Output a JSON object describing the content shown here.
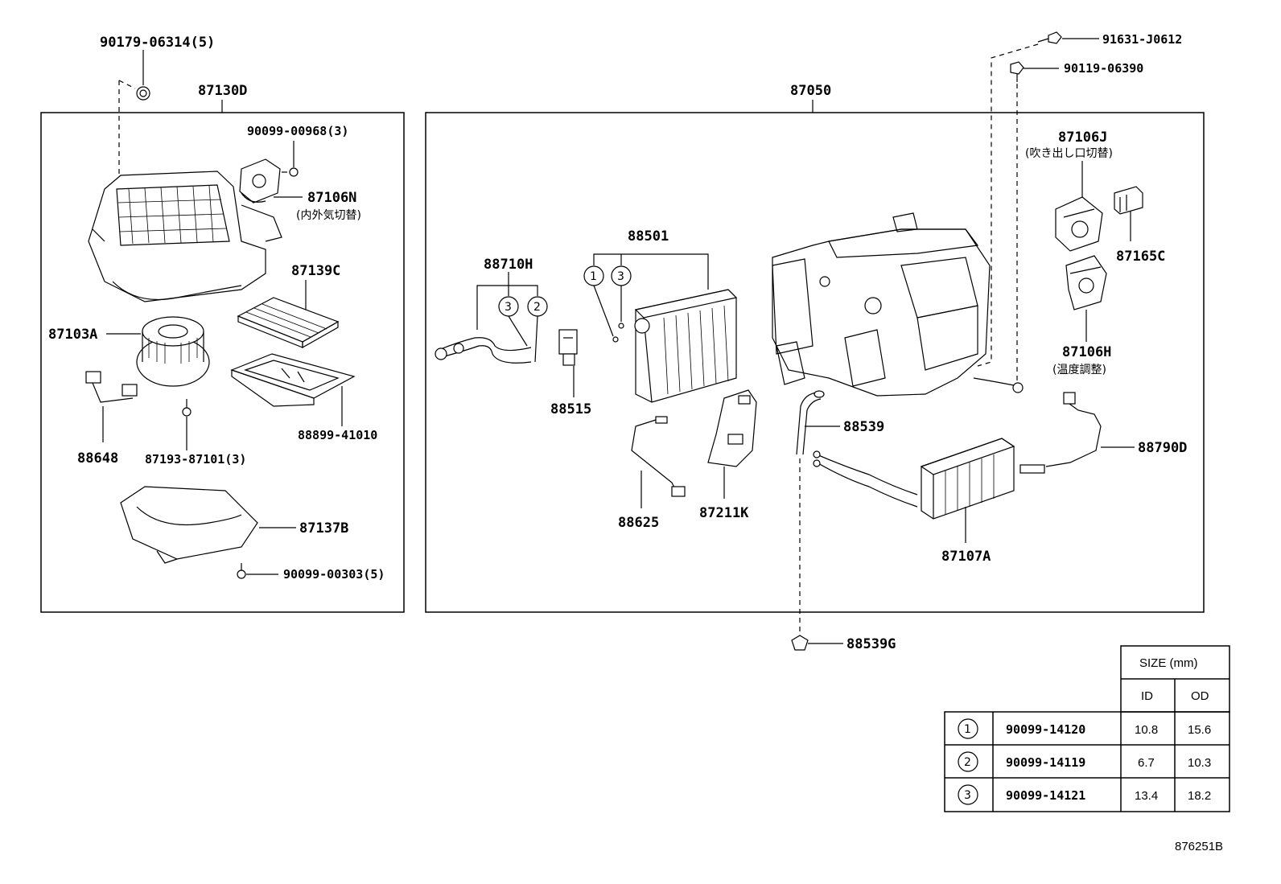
{
  "labels": {
    "p90179": "90179-06314(5)",
    "p87130D": "87130D",
    "p90099_968": "90099-00968(3)",
    "p87106N": "87106N",
    "p87106N_note": "(内外気切替)",
    "p87139C": "87139C",
    "p87103A": "87103A",
    "p88648": "88648",
    "p87193": "87193-87101(3)",
    "p88899": "88899-41010",
    "p87137B": "87137B",
    "p90099_303": "90099-00303(5)",
    "p87050": "87050",
    "p88501": "88501",
    "p88710H": "88710H",
    "p88515": "88515",
    "p88625": "88625",
    "p87211K": "87211K",
    "p88539": "88539",
    "p87107A": "87107A",
    "p88539G": "88539G",
    "p91631": "91631-J0612",
    "p90119": "90119-06390",
    "p87106J": "87106J",
    "p87106J_note": "(吹き出し口切替)",
    "p87165C": "87165C",
    "p87106H": "87106H",
    "p87106H_note": "(温度調整)",
    "p88790D": "88790D"
  },
  "callouts": {
    "one": "1",
    "two": "2",
    "three": "3"
  },
  "size_table": {
    "header": "SIZE (mm)",
    "col_id": "ID",
    "col_od": "OD",
    "rows": [
      {
        "ref": "1",
        "part": "90099-14120",
        "id": "10.8",
        "od": "15.6"
      },
      {
        "ref": "2",
        "part": "90099-14119",
        "id": "6.7",
        "od": "10.3"
      },
      {
        "ref": "3",
        "part": "90099-14121",
        "id": "13.4",
        "od": "18.2"
      }
    ]
  },
  "doc_id": "876251B"
}
